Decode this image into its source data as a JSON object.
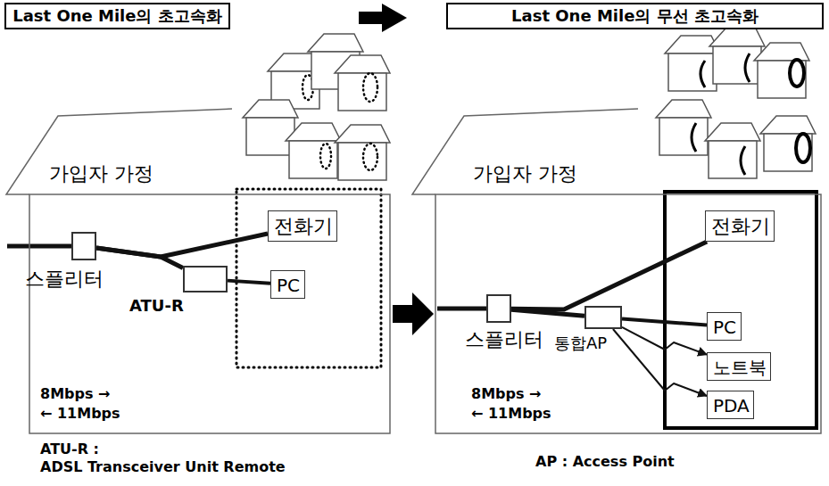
{
  "diagram": {
    "nodes": [
      {
        "text": [
          "Last One Mile의 초고속화"
        ]
      },
      {
        "text": [
          "Last One Mile의 무선 초고속화"
        ]
      },
      {
        "text": [
          "가입자 가정"
        ]
      },
      {
        "text": [
          "스플리터"
        ],
        "in": 2
      },
      {
        "text": [
          "ATU-R"
        ],
        "in": 2
      },
      {
        "text": [
          "전화기"
        ],
        "in": 2
      },
      {
        "text": [
          "PC"
        ],
        "in": 2
      },
      {
        "text": [
          "가입자 가정"
        ]
      },
      {
        "text": [
          "스플리터"
        ],
        "in": 7
      },
      {
        "text": [
          "통합AP"
        ],
        "in": 7
      },
      {
        "text": [
          "전화기"
        ],
        "in": 7
      },
      {
        "text": [
          "PC"
        ],
        "in": 7
      },
      {
        "text": [
          "노트북"
        ],
        "in": 7
      },
      {
        "text": [
          "PDA"
        ],
        "in": 7
      }
    ],
    "edges": [
      {
        "from": 3,
        "to": 5,
        "arrow": "none"
      },
      {
        "from": 3,
        "to": 4,
        "arrow": "none"
      },
      {
        "from": 4,
        "to": 6,
        "arrow": "none"
      },
      {
        "from": 8,
        "to": 10,
        "arrow": "none"
      },
      {
        "from": 8,
        "to": 9,
        "arrow": "none"
      },
      {
        "from": 9,
        "to": 11,
        "arrow": "none"
      },
      {
        "from": 9,
        "to": 12,
        "arrow": "to"
      },
      {
        "from": 9,
        "to": 13,
        "arrow": "to"
      }
    ],
    "labels": [
      "8Mbps →",
      "← 11Mbps",
      "ATU-R :",
      "ADSL Transceiver Unit Remote",
      "8Mbps →",
      "← 11Mbps",
      "AP : Access Point"
    ]
  }
}
